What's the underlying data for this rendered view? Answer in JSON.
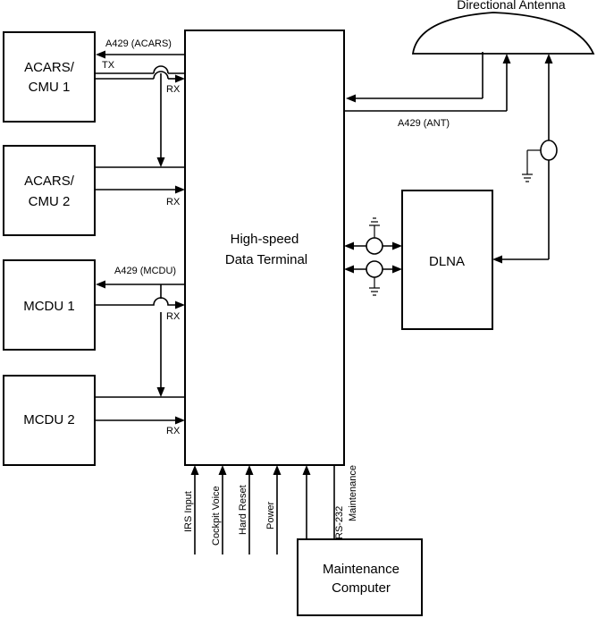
{
  "antenna": {
    "title": "Directional Antenna"
  },
  "blocks": {
    "cmu1": {
      "line1": "ACARS/",
      "line2": "CMU 1"
    },
    "cmu2": {
      "line1": "ACARS/",
      "line2": "CMU 2"
    },
    "mcdu1": {
      "label": "MCDU 1"
    },
    "mcdu2": {
      "label": "MCDU 2"
    },
    "hsdt": {
      "line1": "High-speed",
      "line2": "Data Terminal"
    },
    "dlna": {
      "label": "DLNA"
    },
    "maint": {
      "line1": "Maintenance",
      "line2": "Computer"
    }
  },
  "signals": {
    "a429_acars": "A429 (ACARS)",
    "tx": "TX",
    "rx": "RX",
    "a429_ant": "A429 (ANT)",
    "a429_mcdu": "A429 (MCDU)"
  },
  "discrete_inputs": [
    {
      "label": "IRS Input"
    },
    {
      "label": "Cockpit Voice"
    },
    {
      "label": "Hard Reset"
    },
    {
      "label": "Power"
    }
  ],
  "rs232": {
    "line1": "RS-232",
    "line2": "Maintenance"
  }
}
